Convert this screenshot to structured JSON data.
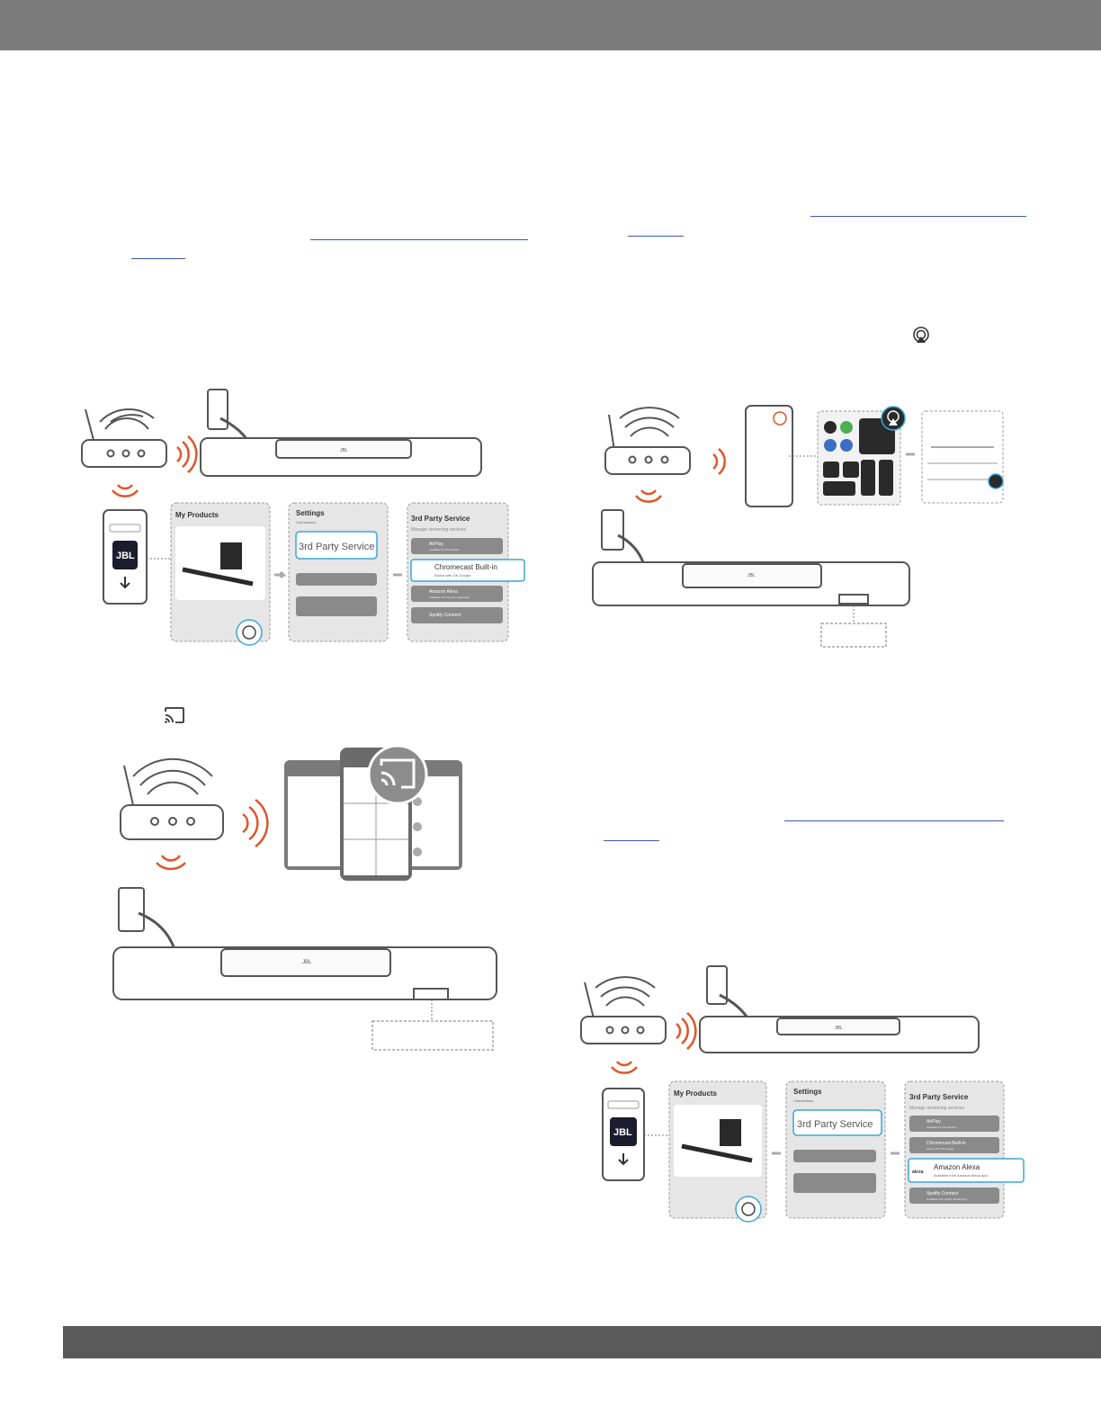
{
  "illustrations": {
    "app_screens": {
      "my_products": "My Products",
      "settings": "Settings",
      "settings_sub": "Connections",
      "third_party_service": "3rd Party Service",
      "manage_services": "Manage streaming services"
    },
    "services": {
      "airplay": "AirPlay",
      "airplay_sub": "Available for iOS devices",
      "chromecast": "Chromecast Built-in",
      "chromecast_sub": "Works with OK Google",
      "alexa": "Amazon Alexa",
      "alexa_sub": "Available from Amazon Alexa App",
      "spotify": "Spotify Connect",
      "spotify_sub": "Available from Spotify Mobile App"
    },
    "brand": "JBL",
    "alexa_logo": "alexa"
  },
  "colors": {
    "top_bar": "#7b7b7b",
    "bottom_bar": "#5a5a5a",
    "link": "#3a5ab0",
    "wifi_orange": "#e0552a",
    "highlight_blue": "#3aa6d8"
  },
  "icons": [
    "router-icon",
    "wifi-signal-icon",
    "power-plug-icon",
    "soundbar-icon",
    "smartphone-icon",
    "cast-icon",
    "airplay-icon",
    "gear-icon",
    "hand-pointer-icon"
  ]
}
